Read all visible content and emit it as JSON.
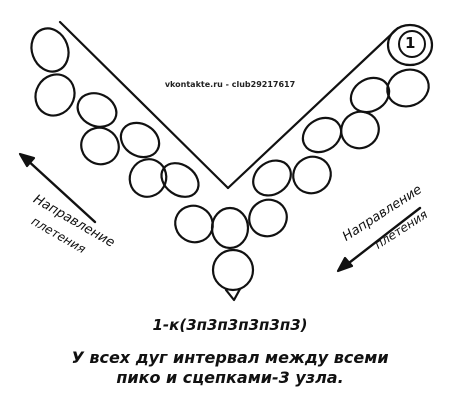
{
  "watermark": "vkontakte.ru - club29217617",
  "row_number": "1",
  "direction_left": {
    "line1": "Направление",
    "line2": "плетения"
  },
  "direction_right": {
    "line1": "Направление",
    "line2": "плетения"
  },
  "formula": "1-к(3п3п3п3п3п3)",
  "note_line1": "У всех дуг интервал между всеми",
  "note_line2": "пико и сцепками-3 узла."
}
